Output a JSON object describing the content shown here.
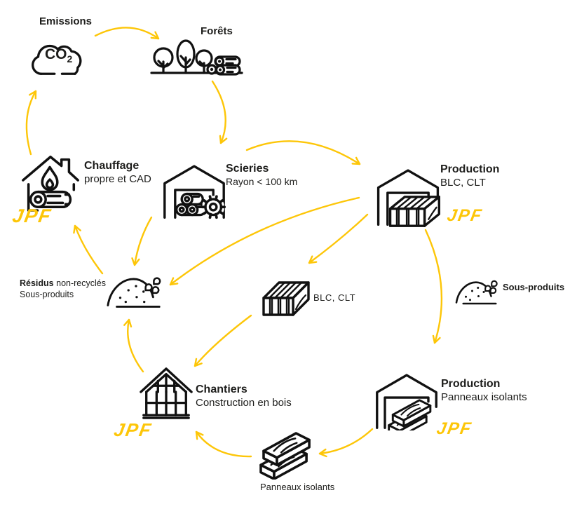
{
  "colors": {
    "accent": "#FDC608",
    "ink": "#1D1D1B"
  },
  "nodes": {
    "emissions": {
      "label": "Emissions",
      "co2_main": "CO",
      "co2_sub": "2"
    },
    "forets": {
      "label": "Forêts"
    },
    "chauffage": {
      "label": "Chauffage",
      "sublabel": "propre et CAD",
      "brand": "JPF"
    },
    "scieries": {
      "label": "Scieries",
      "sublabel": "Rayon < 100 km"
    },
    "production_blc": {
      "label": "Production",
      "sublabel": "BLC, CLT",
      "brand": "JPF"
    },
    "residus": {
      "label_bold": "Résidus",
      "label_regular": "non-recyclés",
      "line2": "Sous-produits"
    },
    "blc_clt_item": {
      "label": "BLC, CLT"
    },
    "sous_produits": {
      "label": "Sous-produits"
    },
    "chantiers": {
      "label": "Chantiers",
      "sublabel": "Construction en bois",
      "brand": "JPF"
    },
    "production_panneaux": {
      "label": "Production",
      "sublabel": "Panneaux isolants",
      "brand": "JPF"
    },
    "panneaux_item": {
      "label": "Panneaux isolants"
    }
  }
}
